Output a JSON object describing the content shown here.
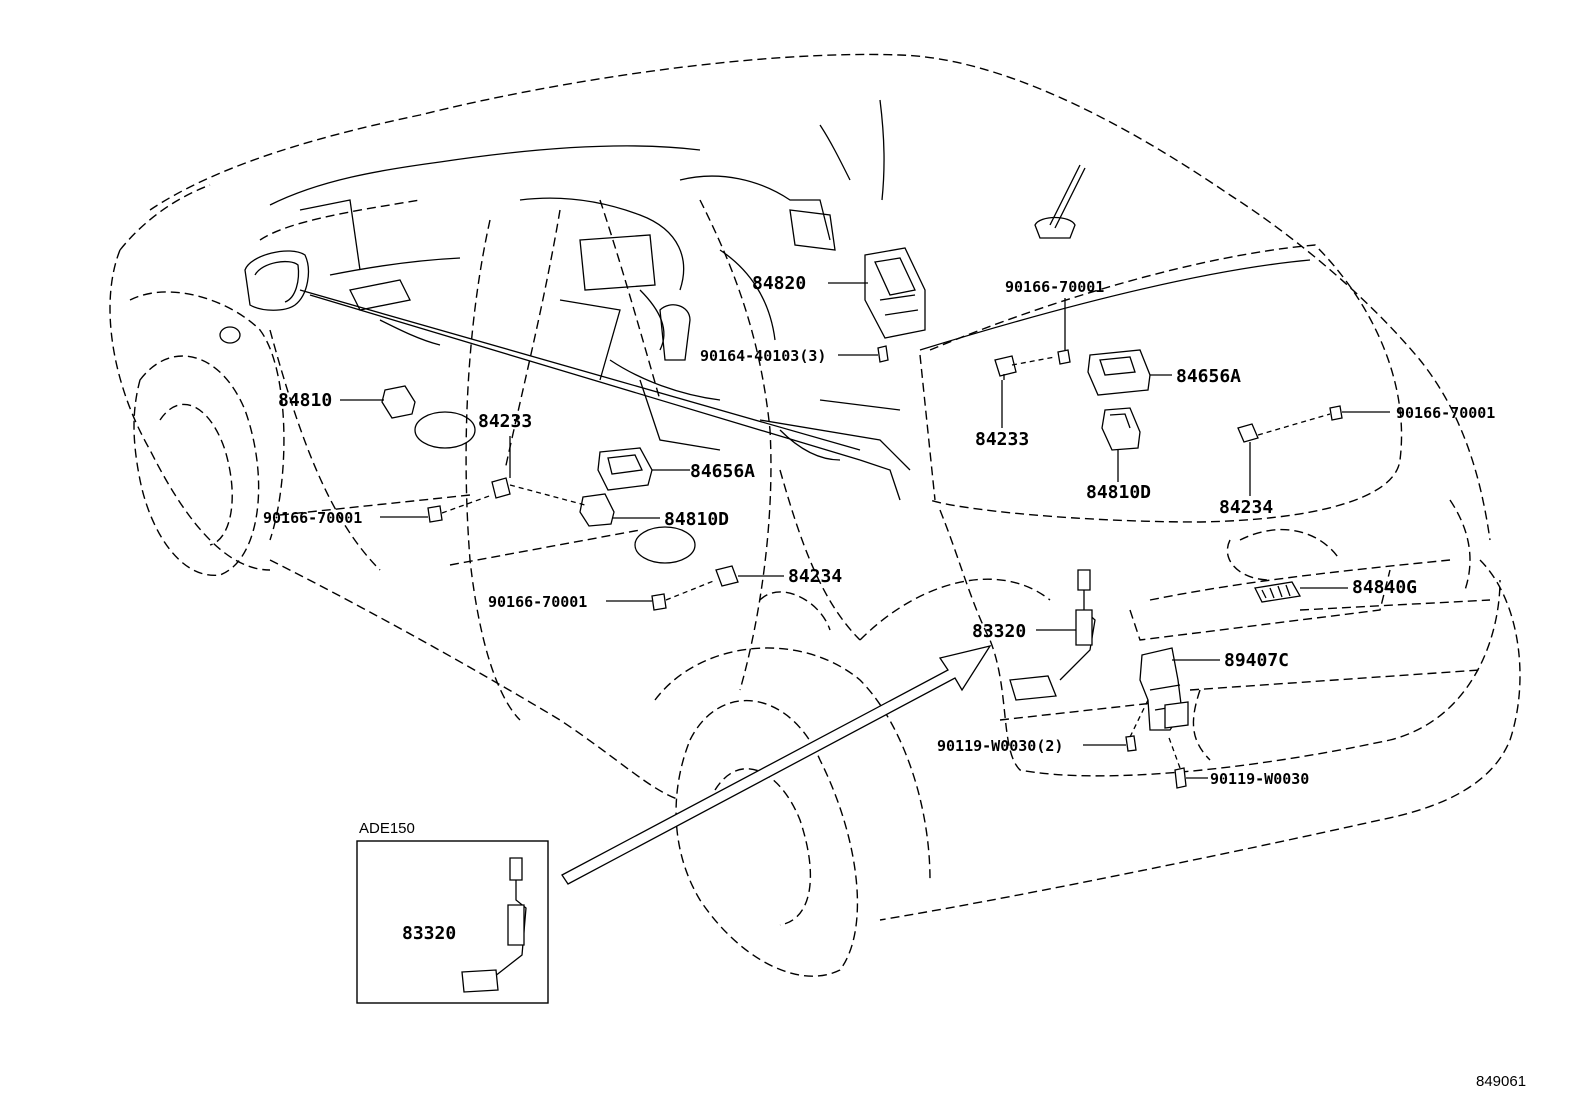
{
  "labels": {
    "p84820": "84820",
    "p90166_top_right": "90166-70001",
    "p90164": "90164-40103(3)",
    "p84656A_right": "84656A",
    "p84810_left": "84810",
    "p84233_left": "84233",
    "p84233_right": "84233",
    "p90166_right": "90166-70001",
    "p84656A_center": "84656A",
    "p84810D_right": "84810D",
    "p84234_right": "84234",
    "p90166_left": "90166-70001",
    "p84810D_center": "84810D",
    "p84234_center": "84234",
    "p84840G": "84840G",
    "p90166_bottom": "90166-70001",
    "p83320": "83320",
    "p89407C": "89407C",
    "p90119_2": "90119-W0030(2)",
    "p90119": "90119-W0030",
    "inset_title": "ADE150",
    "inset_p83320": "83320",
    "figure_id": "849061"
  }
}
